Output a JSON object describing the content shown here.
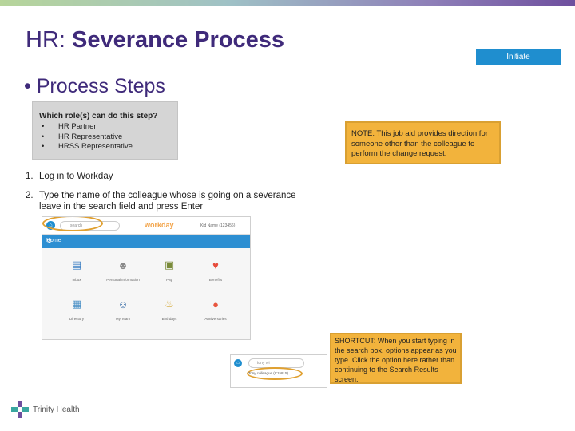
{
  "header": {
    "title_prefix": "HR: ",
    "title_main": "Severance Process",
    "initiate_label": "Initiate"
  },
  "section_heading": "• Process Steps",
  "role_box": {
    "heading": "Which role(s) can do this step?",
    "roles": [
      "HR Partner",
      "HR Representative",
      "HRSS Representative"
    ]
  },
  "note": "NOTE: This job aid provides direction for someone other than the colleague to perform the change request.",
  "steps": [
    {
      "num": "1.",
      "text": "Log in to Workday"
    },
    {
      "num": "2.",
      "text": "Type the name of the colleague whose is going on a severance leave in the search field and press Enter"
    }
  ],
  "workday": {
    "search_placeholder": "search",
    "logo": "workday",
    "user": "Kid Name (123456)",
    "home_label": "Home",
    "tiles": [
      {
        "label": "Inbox",
        "icon": "inbox-icon",
        "glyph": "▤",
        "color": "#3c7fc3"
      },
      {
        "label": "Personal Information",
        "icon": "personal-info-icon",
        "glyph": "☻",
        "color": "#8a8a8a"
      },
      {
        "label": "Pay",
        "icon": "pay-icon",
        "glyph": "▣",
        "color": "#7a8b3a"
      },
      {
        "label": "Benefits",
        "icon": "benefits-icon",
        "glyph": "♥",
        "color": "#e74c3c"
      },
      {
        "label": "Directory",
        "icon": "directory-icon",
        "glyph": "▦",
        "color": "#4a90c6"
      },
      {
        "label": "My Team",
        "icon": "my-team-icon",
        "glyph": "☺",
        "color": "#3b6fa8"
      },
      {
        "label": "Birthdays",
        "icon": "birthdays-icon",
        "glyph": "♨",
        "color": "#d4a93a"
      },
      {
        "label": "Anniversaries",
        "icon": "anniversaries-icon",
        "glyph": "●",
        "color": "#e8563f"
      }
    ]
  },
  "shortcut": "SHORTCUT: When you start typing in the search box, options appear as you type. Click the option here rather than continuing to the Search Results screen.",
  "search_snippet": {
    "query": "tony wi",
    "option": "Tony colleague (C15815)"
  },
  "brand": {
    "name": "Trinity Health"
  }
}
